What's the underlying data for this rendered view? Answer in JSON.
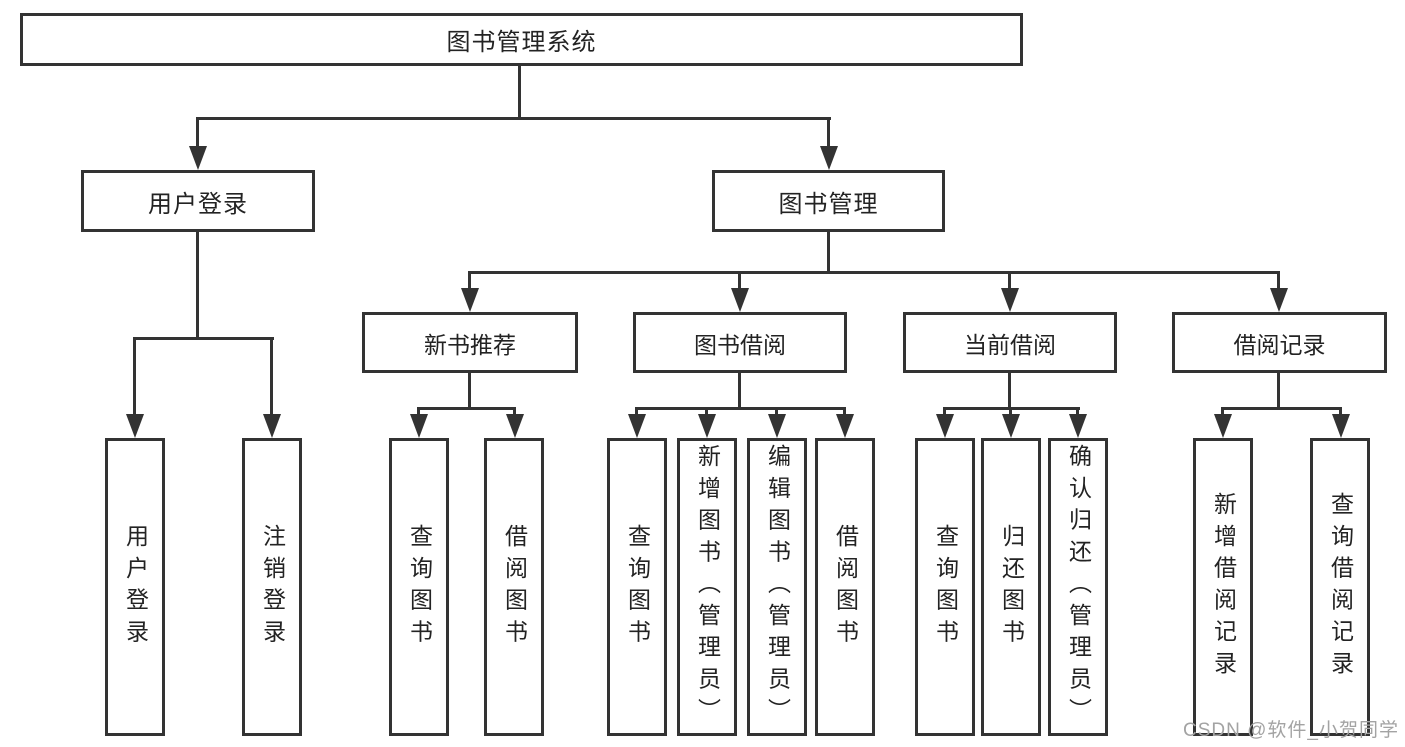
{
  "nodes": {
    "root": "图书管理系统",
    "user_login": "用户登录",
    "book_management": "图书管理",
    "new_book_recommend": "新书推荐",
    "book_borrowing": "图书借阅",
    "current_borrowing": "当前借阅",
    "borrowing_records": "借阅记录",
    "leaf_user_login": "用户登录",
    "leaf_logout": "注销登录",
    "leaf_nbr_query_books": "查询图书",
    "leaf_nbr_borrow_books": "借阅图书",
    "leaf_bb_query_books": "查询图书",
    "leaf_bb_add_books": "新增图书（管理员）",
    "leaf_bb_edit_books": "编辑图书（管理员）",
    "leaf_bb_borrow_books": "借阅图书",
    "leaf_cb_query_books": "查询图书",
    "leaf_cb_return_books": "归还图书",
    "leaf_cb_confirm_return": "确认归还（管理员）",
    "leaf_br_add_record": "新增借阅记录",
    "leaf_br_query_record": "查询借阅记录"
  },
  "watermark": "CSDN @软件_小贺同学",
  "colors": {
    "line": "#333333",
    "text": "#232323",
    "watermark": "#a3a3a3",
    "background": "#ffffff"
  }
}
